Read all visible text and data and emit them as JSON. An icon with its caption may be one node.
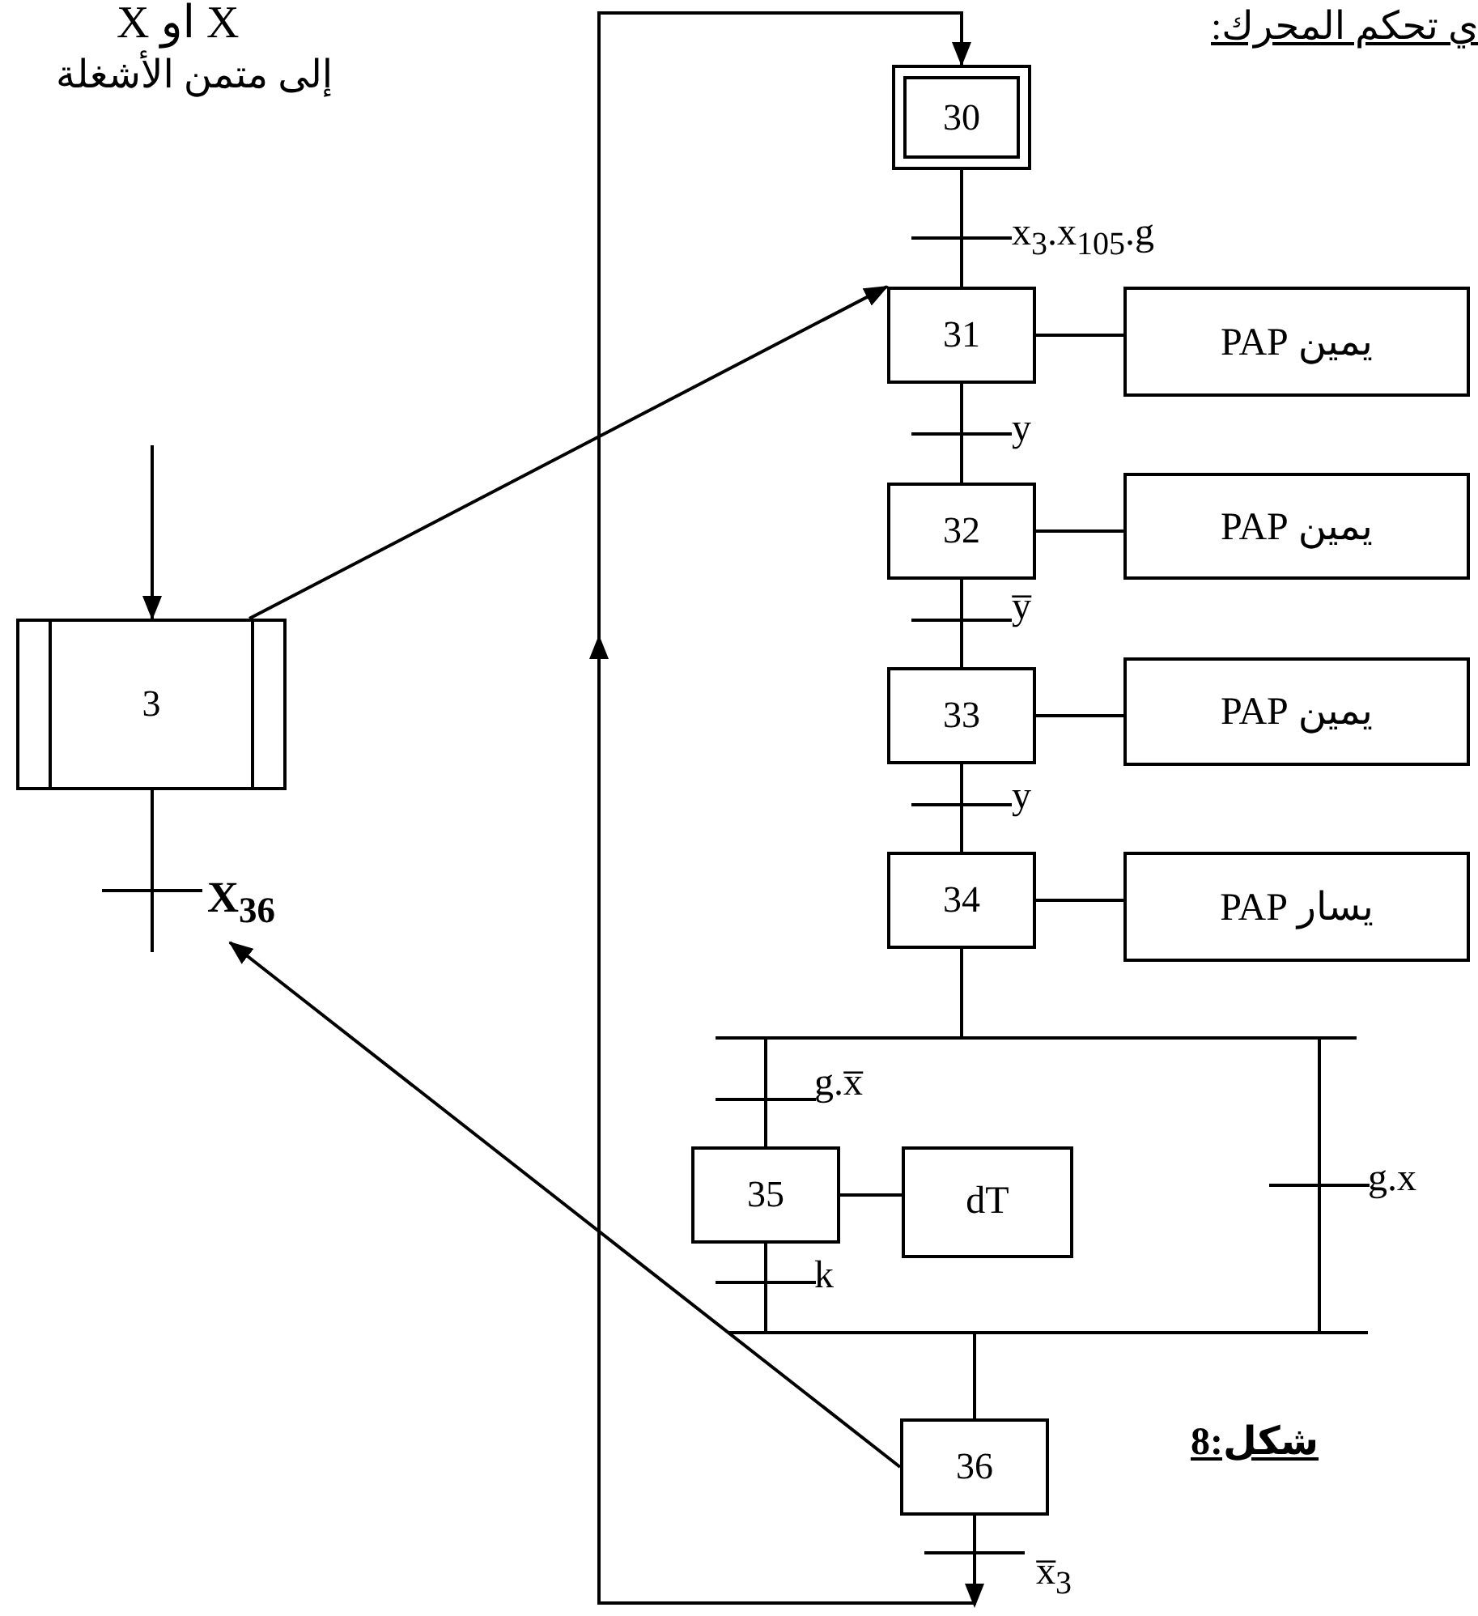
{
  "diagram": {
    "nodes": [
      {
        "text": [
          "3"
        ]
      },
      {
        "text": [
          "30"
        ]
      },
      {
        "text": [
          "31"
        ]
      },
      {
        "text": [
          "يمين PAP"
        ]
      },
      {
        "text": [
          "32"
        ]
      },
      {
        "text": [
          "يمين PAP"
        ]
      },
      {
        "text": [
          "33"
        ]
      },
      {
        "text": [
          "يمين PAP"
        ]
      },
      {
        "text": [
          "34"
        ]
      },
      {
        "text": [
          "يسار PAP"
        ]
      },
      {
        "text": [
          "35"
        ]
      },
      {
        "text": [
          "dT"
        ]
      },
      {
        "text": [
          "36"
        ]
      }
    ],
    "edges": [
      {
        "from": null,
        "to": 0,
        "arrow": "to"
      },
      {
        "from": 0,
        "to": null,
        "arrow": "none",
        "label": "X$_{36}$"
      },
      {
        "from": 0,
        "to": 2,
        "arrow": "to"
      },
      {
        "from": 12,
        "to": null,
        "arrow": "to"
      },
      {
        "from": 1,
        "to": 2,
        "arrow": "none",
        "label": "x$_{3}$.x$_{105}$.g"
      },
      {
        "from": 2,
        "to": 3,
        "arrow": "none"
      },
      {
        "from": 2,
        "to": 4,
        "arrow": "none",
        "label": "y"
      },
      {
        "from": 4,
        "to": 5,
        "arrow": "none"
      },
      {
        "from": 4,
        "to": 6,
        "arrow": "none",
        "label": "y̅"
      },
      {
        "from": 6,
        "to": 7,
        "arrow": "none"
      },
      {
        "from": 6,
        "to": 8,
        "arrow": "none",
        "label": "y"
      },
      {
        "from": 8,
        "to": 9,
        "arrow": "none"
      },
      {
        "from": 8,
        "to": 10,
        "arrow": "none",
        "label": "g.x̅"
      },
      {
        "from": 10,
        "to": 11,
        "arrow": "none"
      },
      {
        "from": 10,
        "to": 12,
        "arrow": "none",
        "label": "k"
      },
      {
        "from": 8,
        "to": 12,
        "arrow": "none",
        "label": "g.x"
      },
      {
        "from": 12,
        "to": 1,
        "arrow": "to",
        "label": "x̅$_{3}$"
      }
    ],
    "labels": [
      "X او X",
      "إلى متمن الأشغلة",
      "ي تحكم المحرك:",
      "شكل:8"
    ]
  }
}
